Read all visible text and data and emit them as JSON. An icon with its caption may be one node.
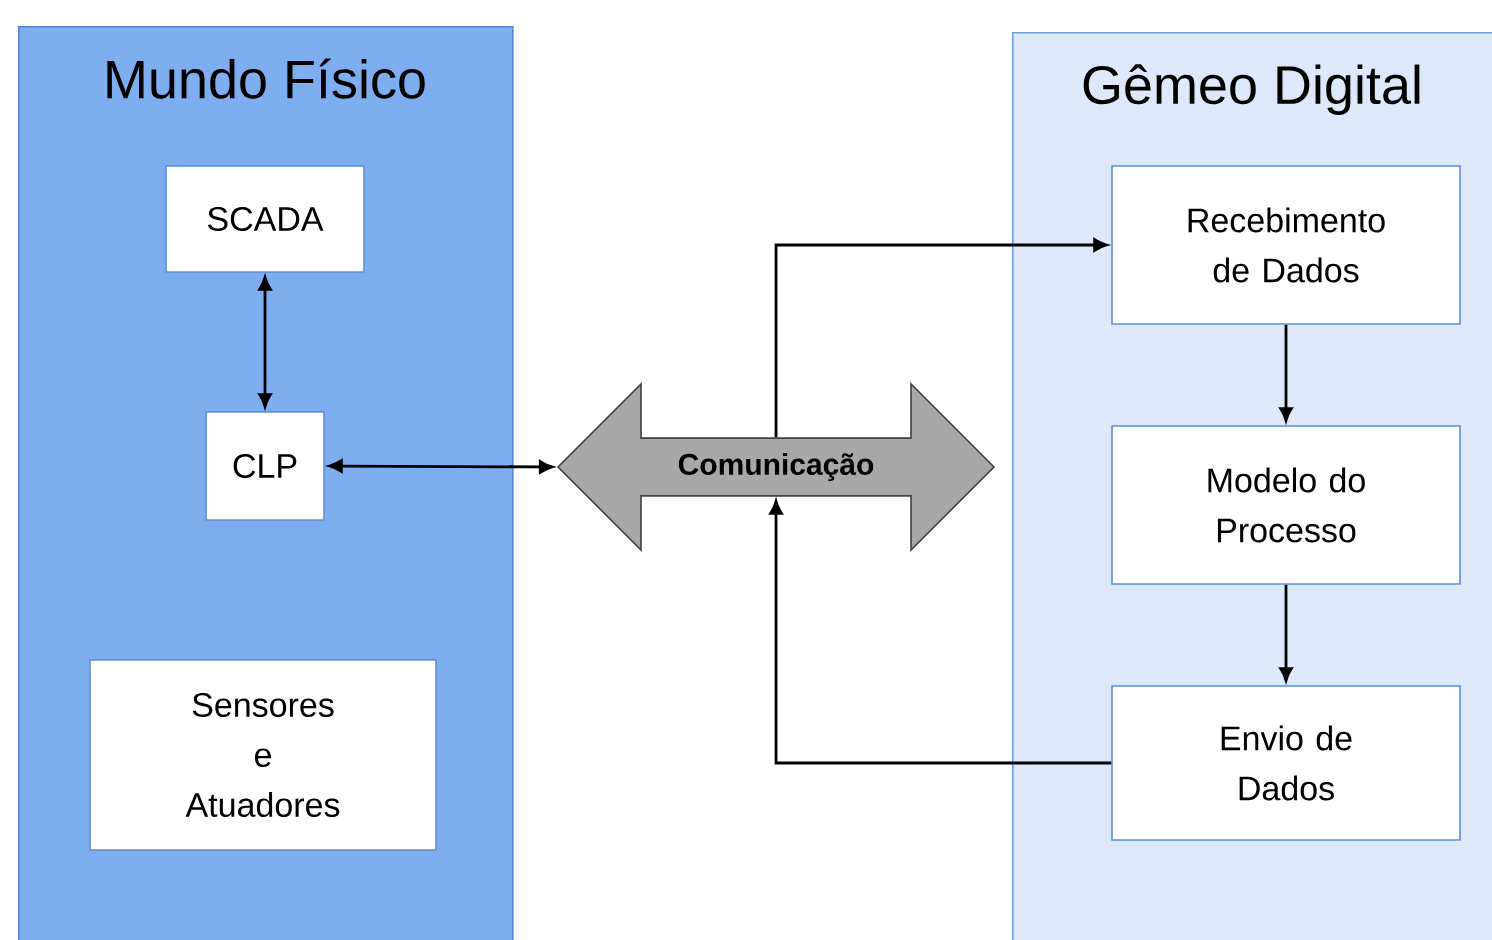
{
  "diagram": {
    "nodes": [
      {
        "text": [
          "Mundo Físico"
        ]
      },
      {
        "text": [
          "SCADA"
        ],
        "in": 0
      },
      {
        "text": [
          "CLP"
        ],
        "in": 0
      },
      {
        "text": [
          "Sensores e Atuadores"
        ],
        "in": 0
      },
      {
        "text": [
          "Comunicação"
        ]
      },
      {
        "text": [
          "Gêmeo Digital"
        ]
      },
      {
        "text": [
          "Recebimento de Dados"
        ],
        "in": 5
      },
      {
        "text": [
          "Modelo do Processo"
        ],
        "in": 5
      },
      {
        "text": [
          "Envio de Dados"
        ],
        "in": 5
      }
    ],
    "edges": [
      {
        "from": 1,
        "to": 2,
        "arrow": "both"
      },
      {
        "from": 2,
        "to": 4,
        "arrow": "both"
      },
      {
        "from": 4,
        "to": 6,
        "arrow": "to"
      },
      {
        "from": 6,
        "to": 7,
        "arrow": "to"
      },
      {
        "from": 7,
        "to": 8,
        "arrow": "to"
      },
      {
        "from": 8,
        "to": 4,
        "arrow": "to"
      }
    ]
  }
}
